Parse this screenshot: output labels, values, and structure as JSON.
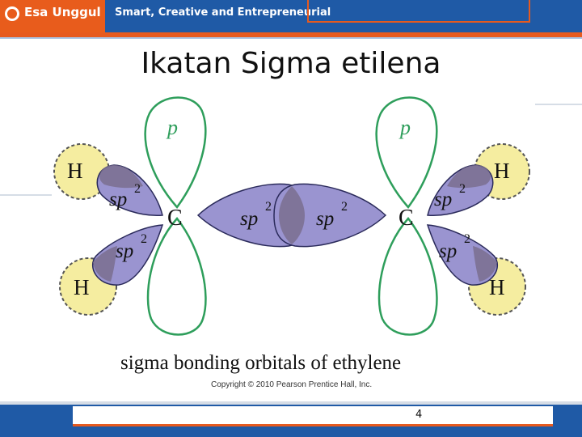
{
  "header": {
    "logo_text": "Esa Unggul",
    "tagline": "Smart, Creative and Entrepreneurial"
  },
  "slide": {
    "title": "Ikatan Sigma etilena",
    "page_number": "4"
  },
  "diagram": {
    "caption": "sigma bonding orbitals of ethylene",
    "copyright": "Copyright © 2010 Pearson Prentice Hall, Inc.",
    "labels": {
      "p_left": "p",
      "p_right": "p",
      "carbon_left": "C",
      "carbon_right": "C",
      "h_top_left": "H",
      "h_bottom_left": "H",
      "h_top_right": "H",
      "h_bottom_right": "H",
      "sp": "sp",
      "sup": "2"
    },
    "colors": {
      "p_orbital": "#2e9e5b",
      "sp2_fill": "#9a94d0",
      "sp2_stroke": "#2a2a5a",
      "h_fill": "#f5eda0",
      "h_stroke": "#555555",
      "overlap": "#7a6f8f"
    }
  }
}
